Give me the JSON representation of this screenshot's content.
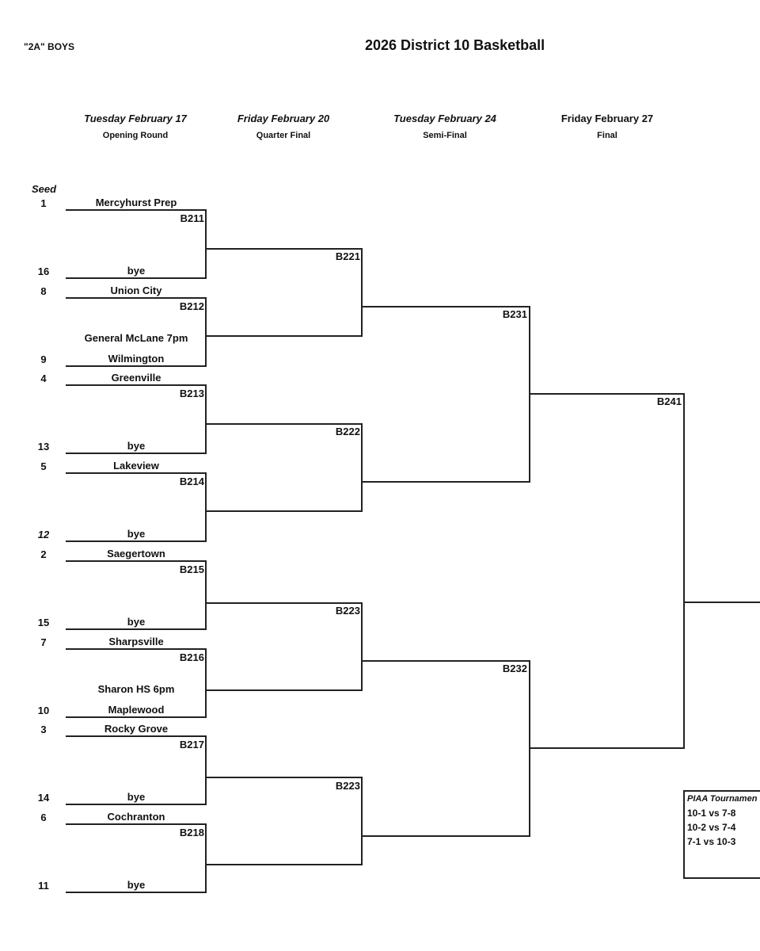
{
  "header": {
    "division": "\"2A\" BOYS",
    "title": "2026 District 10 Basketball"
  },
  "rounds": [
    {
      "date": "Tuesday February 17",
      "name": "Opening Round"
    },
    {
      "date": "Friday February 20",
      "name": "Quarter Final"
    },
    {
      "date": "Tuesday February 24",
      "name": "Semi-Final"
    },
    {
      "date": "Friday February 27",
      "name": "Final"
    }
  ],
  "seed_label": "Seed",
  "opening": [
    {
      "code": "B211",
      "top": {
        "seed": "1",
        "team": "Mercyhurst Prep"
      },
      "bottom": {
        "seed": "16",
        "team": "bye"
      },
      "site": ""
    },
    {
      "code": "B212",
      "top": {
        "seed": "8",
        "team": "Union City"
      },
      "bottom": {
        "seed": "9",
        "team": "Wilmington"
      },
      "site": "General McLane 7pm"
    },
    {
      "code": "B213",
      "top": {
        "seed": "4",
        "team": "Greenville"
      },
      "bottom": {
        "seed": "13",
        "team": "bye"
      },
      "site": ""
    },
    {
      "code": "B214",
      "top": {
        "seed": "5",
        "team": "Lakeview"
      },
      "bottom": {
        "seed": "12",
        "team": "bye"
      },
      "site": ""
    },
    {
      "code": "B215",
      "top": {
        "seed": "2",
        "team": "Saegertown"
      },
      "bottom": {
        "seed": "15",
        "team": "bye"
      },
      "site": ""
    },
    {
      "code": "B216",
      "top": {
        "seed": "7",
        "team": "Sharpsville"
      },
      "bottom": {
        "seed": "10",
        "team": "Maplewood"
      },
      "site": "Sharon HS 6pm"
    },
    {
      "code": "B217",
      "top": {
        "seed": "3",
        "team": "Rocky Grove"
      },
      "bottom": {
        "seed": "14",
        "team": "bye"
      },
      "site": ""
    },
    {
      "code": "B218",
      "top": {
        "seed": "6",
        "team": "Cochranton"
      },
      "bottom": {
        "seed": "11",
        "team": "bye"
      },
      "site": ""
    }
  ],
  "quarter_codes": [
    "B221",
    "B222",
    "B223",
    "B223"
  ],
  "semi_codes": [
    "B231",
    "B232"
  ],
  "final_code": "B241",
  "piaa": {
    "title": "PIAA Tournamen",
    "lines": [
      "10-1 vs 7-8",
      "10-2 vs 7-4",
      "7-1 vs 10-3"
    ]
  }
}
